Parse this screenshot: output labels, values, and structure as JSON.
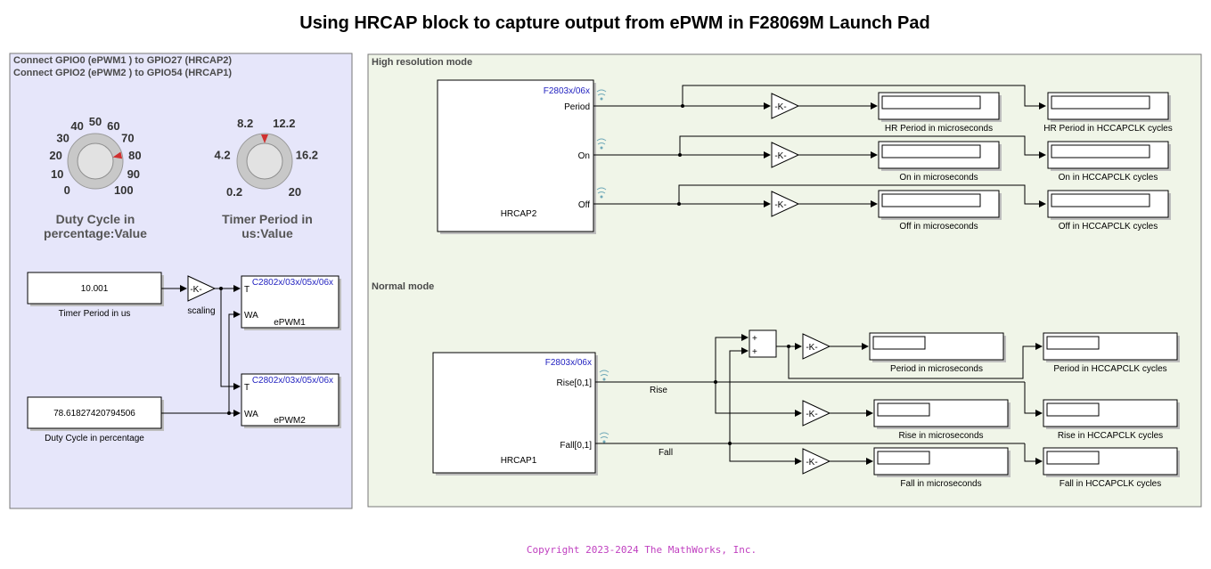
{
  "title": "Using HRCAP block to capture output from ePWM in F28069M Launch Pad",
  "left_area": {
    "note_line1": "Connect GPIO0 (ePWM1 ) to GPIO27 (HRCAP2)",
    "note_line2": "Connect GPIO2 (ePWM2 ) to GPIO54 (HRCAP1)",
    "duty_knob": {
      "ticks": [
        "0",
        "10",
        "20",
        "30",
        "40",
        "50",
        "60",
        "70",
        "80",
        "90",
        "100"
      ],
      "caption_line1": "Duty Cycle in",
      "caption_line2": "percentage:Value",
      "level_fraction": 0.786
    },
    "period_knob": {
      "ticks": [
        "0.2",
        "4.2",
        "8.2",
        "12.2",
        "16.2",
        "20"
      ],
      "caption_line1": "Timer Period in",
      "caption_line2": "us:Value",
      "level_fraction": 0.5
    },
    "timer_const": {
      "value": "10.001",
      "label": "Timer Period in us"
    },
    "gain": {
      "symbol": "-K-",
      "label": "scaling"
    },
    "epwm1": {
      "tag": "C2802x/03x/05x/06x",
      "port_t": "T",
      "port_wa": "WA",
      "label": "ePWM1"
    },
    "epwm2": {
      "tag": "C2802x/03x/05x/06x",
      "port_t": "T",
      "port_wa": "WA",
      "label": "ePWM2"
    },
    "duty_const": {
      "value": "78.61827420794506",
      "label": "Duty Cycle in percentage"
    }
  },
  "hr_area": {
    "title": "High resolution mode",
    "block": {
      "tag": "F2803x/06x",
      "label": "HRCAP2",
      "ports": [
        "Period",
        "On",
        "Off"
      ]
    },
    "gain_symbol": "-K-",
    "displays_us": [
      "HR Period in microseconds",
      "On in microseconds",
      "Off in microseconds"
    ],
    "displays_cycles": [
      "HR Period in HCCAPCLK cycles",
      "On in HCCAPCLK cycles",
      "Off in HCCAPCLK cycles"
    ]
  },
  "normal_area": {
    "title": "Normal mode",
    "block": {
      "tag": "F2803x/06x",
      "label": "HRCAP1",
      "ports": [
        "Rise[0,1]",
        "Fall[0,1]"
      ]
    },
    "sum_signs": [
      "+",
      "+"
    ],
    "gain_symbol": "-K-",
    "signal_rise": "Rise",
    "signal_fall": "Fall",
    "displays_us": [
      "Period in microseconds",
      "Rise in microseconds",
      "Fall in microseconds"
    ],
    "displays_cycles": [
      "Period in HCCAPCLK cycles",
      "Rise in HCCAPCLK cycles",
      "Fall in HCCAPCLK cycles"
    ]
  },
  "copyright": "Copyright 2023-2024 The MathWorks, Inc.",
  "colors": {
    "left_area_fill": "#e6e6fa",
    "right_area_fill": "#f0f5e8",
    "knob_pointer": "#d03030",
    "tag_text": "#1f1fbf",
    "copyright_text": "#c040c0"
  }
}
